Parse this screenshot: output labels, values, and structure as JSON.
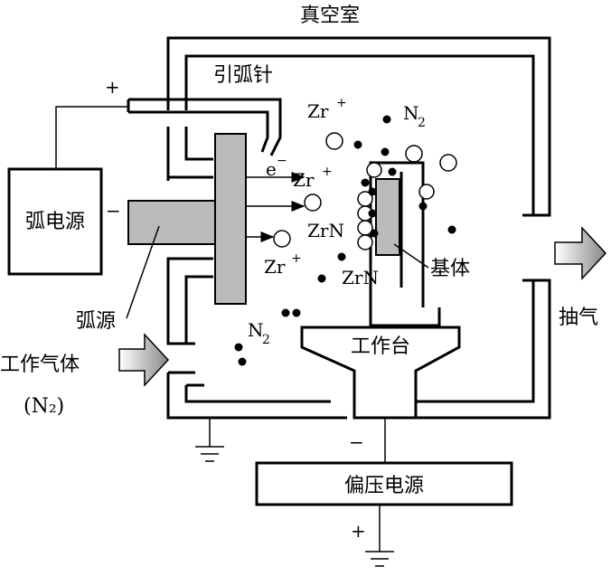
{
  "labels": {
    "vacuum_chamber": "真空室",
    "arc_striker": "引弧针",
    "arc_power": "弧电源",
    "arc_source": "弧源",
    "working_gas": "工作气体",
    "working_gas_formula": "(N₂)",
    "substrate": "基体",
    "worktable": "工作台",
    "bias_power": "偏压电源",
    "exhaust": "抽气",
    "plus": "+",
    "minus": "−"
  },
  "species": {
    "zr_ion": "Zr",
    "plus_sup": "+",
    "n2": "N",
    "n2_sub": "2",
    "electron": "e",
    "minus_sup": "−",
    "zrn": "ZrN"
  }
}
